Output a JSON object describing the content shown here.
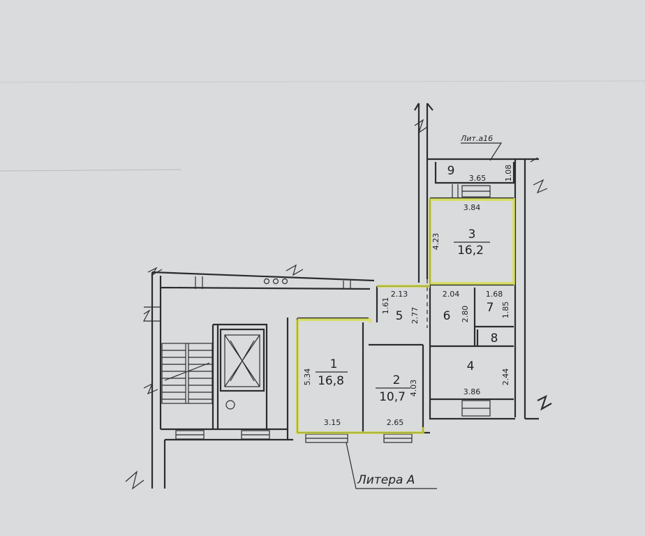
{
  "labels": {
    "litera_a": "Литера А",
    "lit_a16": "Лит.а16"
  },
  "rooms": [
    {
      "id": "1",
      "area": "16,8"
    },
    {
      "id": "2",
      "area": "10,7"
    },
    {
      "id": "3",
      "area": "16,2"
    },
    {
      "id": "4",
      "area": ""
    },
    {
      "id": "5",
      "area": ""
    },
    {
      "id": "6",
      "area": ""
    },
    {
      "id": "7",
      "area": ""
    },
    {
      "id": "8",
      "area": ""
    },
    {
      "id": "9",
      "area": ""
    }
  ],
  "dimensions": {
    "r1_width": "3.15",
    "r1_height": "5.34",
    "r2_width": "2.65",
    "r2_height": "4.03",
    "r3_width": "3.84",
    "r3_height": "4.23",
    "r4_width": "3.86",
    "r4_height": "2.44",
    "r5_width": "2.13",
    "r5_height": "1.61",
    "r5_height2": "2.77",
    "r6_width": "2.04",
    "r6_height": "2.80",
    "r7_width": "1.68",
    "r7_height": "1.85",
    "r9_width": "3.65",
    "r9_height": "1.08"
  }
}
